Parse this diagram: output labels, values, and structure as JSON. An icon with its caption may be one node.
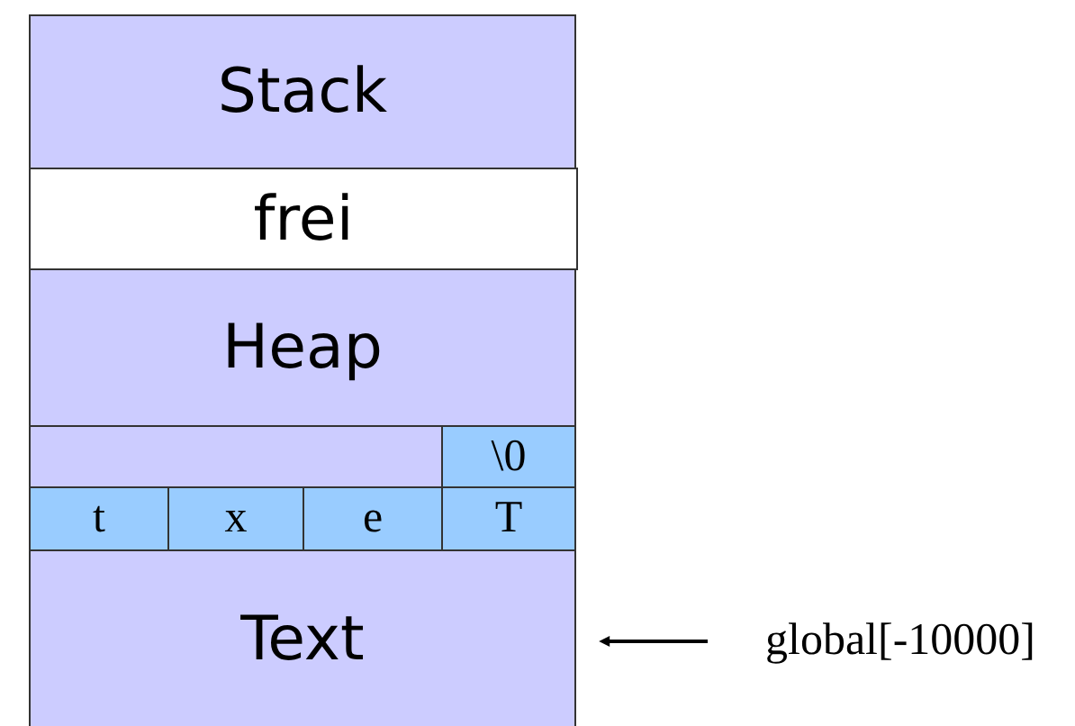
{
  "diagram": {
    "nodes": [
      {
        "text": [
          "Stack"
        ]
      },
      {
        "text": [
          "frei"
        ]
      },
      {
        "text": [
          "Heap"
        ]
      },
      {
        "text": [],
        "shape": "box"
      },
      {
        "text": [
          "\\0"
        ]
      },
      {
        "text": [
          "t"
        ]
      },
      {
        "text": [
          "x"
        ]
      },
      {
        "text": [
          "e"
        ]
      },
      {
        "text": [
          "T"
        ]
      },
      {
        "text": [
          "Text"
        ]
      },
      {
        "text": [
          "global[-10000]"
        ]
      }
    ],
    "edges": [
      {
        "from": 10,
        "to": 9,
        "arrow": "to"
      }
    ]
  }
}
